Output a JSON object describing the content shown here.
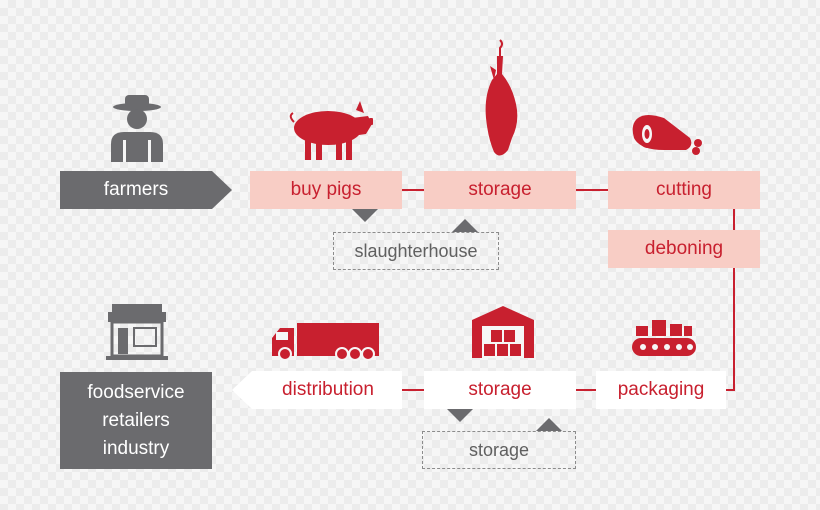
{
  "colors": {
    "accent_red": "#c8202f",
    "pink_fill": "#f8cdc5",
    "grey_fill": "#6b6b6e",
    "dashed_border": "#8c8c8c"
  },
  "source": {
    "label": "farmers",
    "icon": "farmer-icon"
  },
  "top_row": [
    {
      "id": "buy_pigs",
      "label": "buy pigs",
      "icon": "pig-icon"
    },
    {
      "id": "storage_top",
      "label": "storage",
      "icon": "hanging-carcass-icon"
    },
    {
      "id": "cutting",
      "label": "cutting",
      "icon": "ham-icon"
    }
  ],
  "deboning": {
    "label": "deboning"
  },
  "slaughterhouse": {
    "label": "slaughterhouse"
  },
  "bottom_row": [
    {
      "id": "packaging",
      "label": "packaging",
      "icon": "conveyor-belt-icon"
    },
    {
      "id": "storage_bottom",
      "label": "storage",
      "icon": "warehouse-icon"
    },
    {
      "id": "distribution",
      "label": "distribution",
      "icon": "truck-icon"
    }
  ],
  "storage_dashed": {
    "label": "storage"
  },
  "destination": {
    "lines": [
      "foodservice",
      "retailers",
      "industry"
    ],
    "icon": "shop-icon"
  }
}
